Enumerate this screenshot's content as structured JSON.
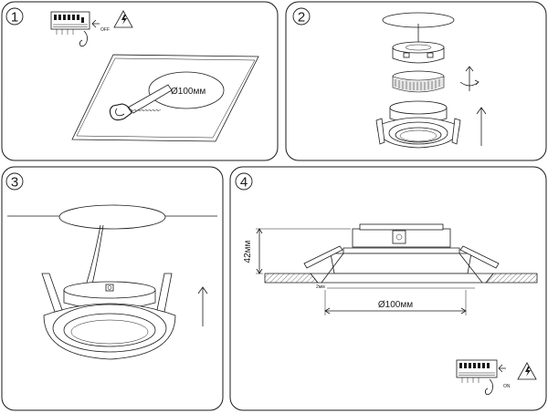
{
  "steps": [
    {
      "number": "1",
      "dimension": "Ø100мм",
      "switch_label": "OFF"
    },
    {
      "number": "2"
    },
    {
      "number": "3"
    },
    {
      "number": "4",
      "height_label": "42мм",
      "diameter_label": "Ø100мм",
      "switch_label": "ON",
      "small_label": "2мм"
    }
  ],
  "colors": {
    "line": "#1a1a1a",
    "background": "#ffffff",
    "hatch_fill": "#ffffff"
  },
  "icons": [
    "high-voltage-icon",
    "rotate-arrow-icon",
    "up-arrow-icon",
    "saw-icon"
  ]
}
